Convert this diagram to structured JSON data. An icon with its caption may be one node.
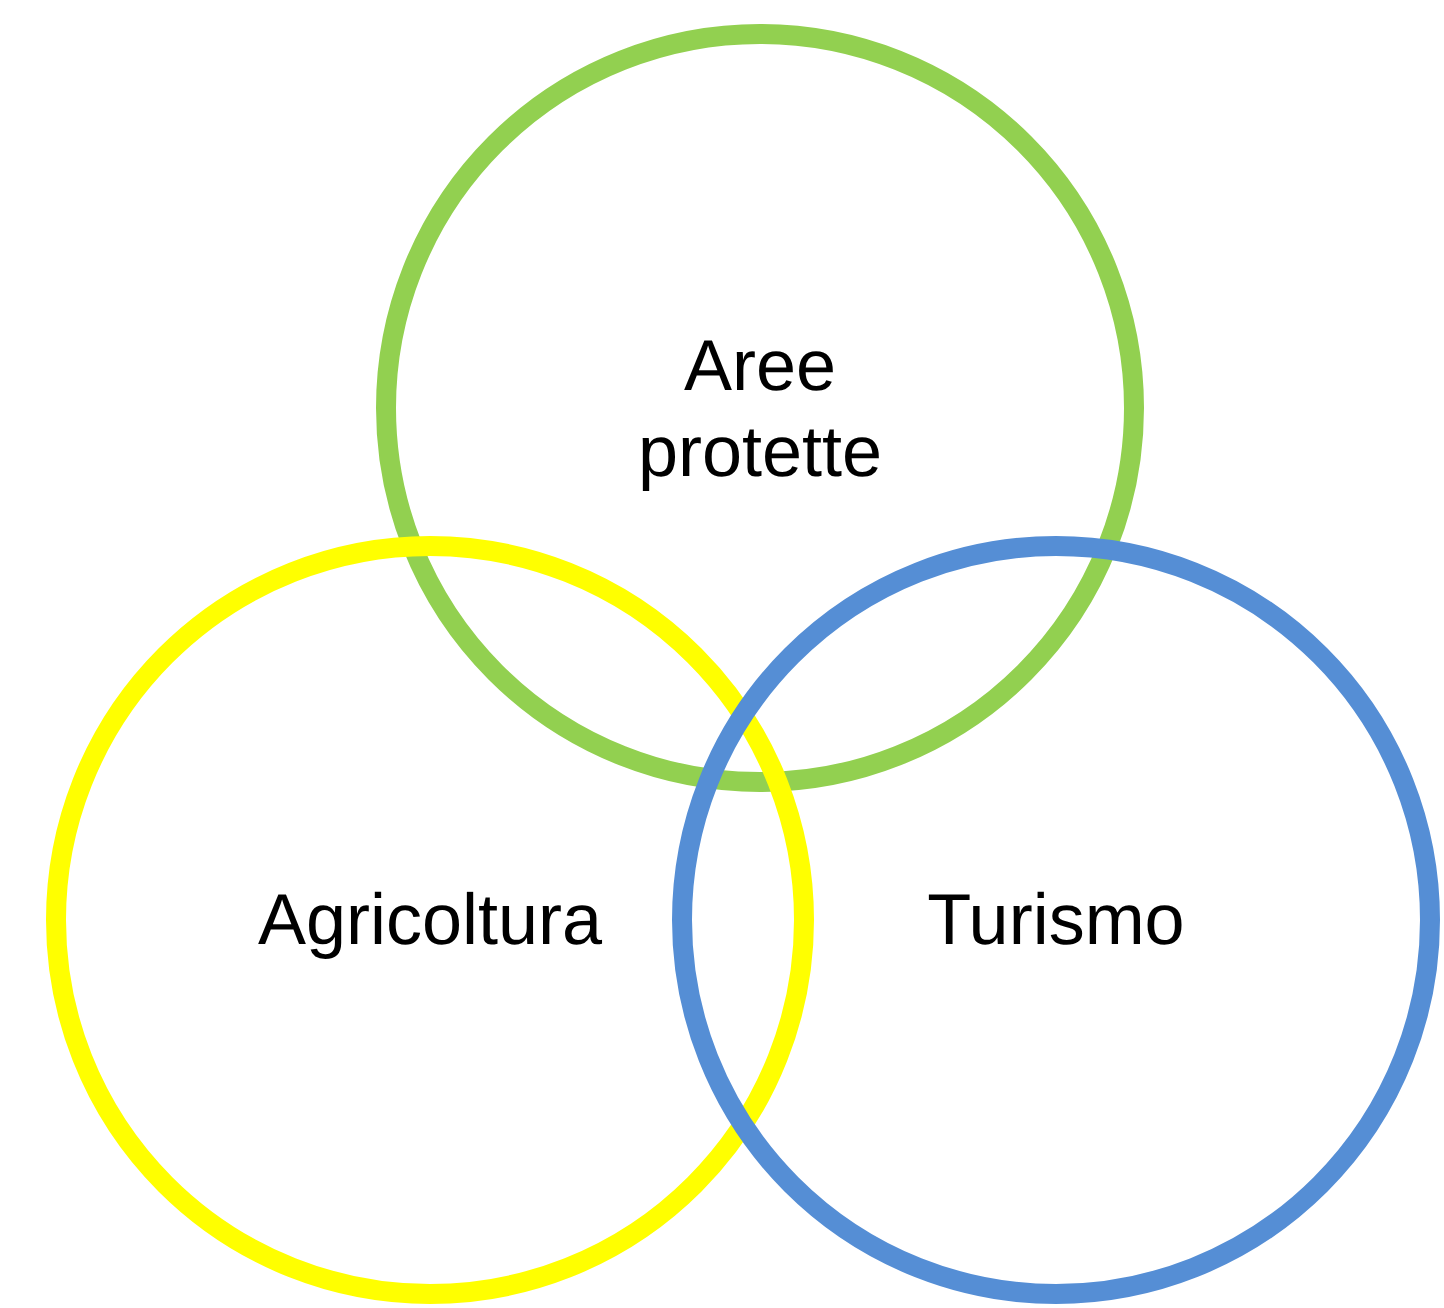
{
  "diagram": {
    "nodes": [
      {
        "text": [
          "Aree protette"
        ]
      },
      {
        "text": [
          "Agricoltura"
        ]
      },
      {
        "text": [
          "Turismo"
        ]
      }
    ]
  }
}
